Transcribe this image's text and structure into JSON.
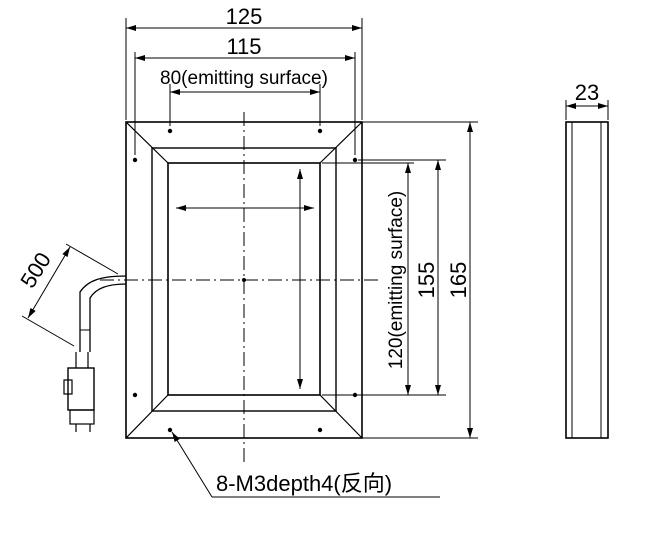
{
  "dimensions": {
    "overall_width": "125",
    "hole_span_width": "115",
    "emitting_width": "80(emitting surface)",
    "thickness": "23",
    "emitting_height": "120(emitting surface)",
    "hole_span_height": "155",
    "overall_height": "165",
    "cable_length": "500"
  },
  "callouts": {
    "mounting_holes": "8-M3depth4(反向)"
  }
}
